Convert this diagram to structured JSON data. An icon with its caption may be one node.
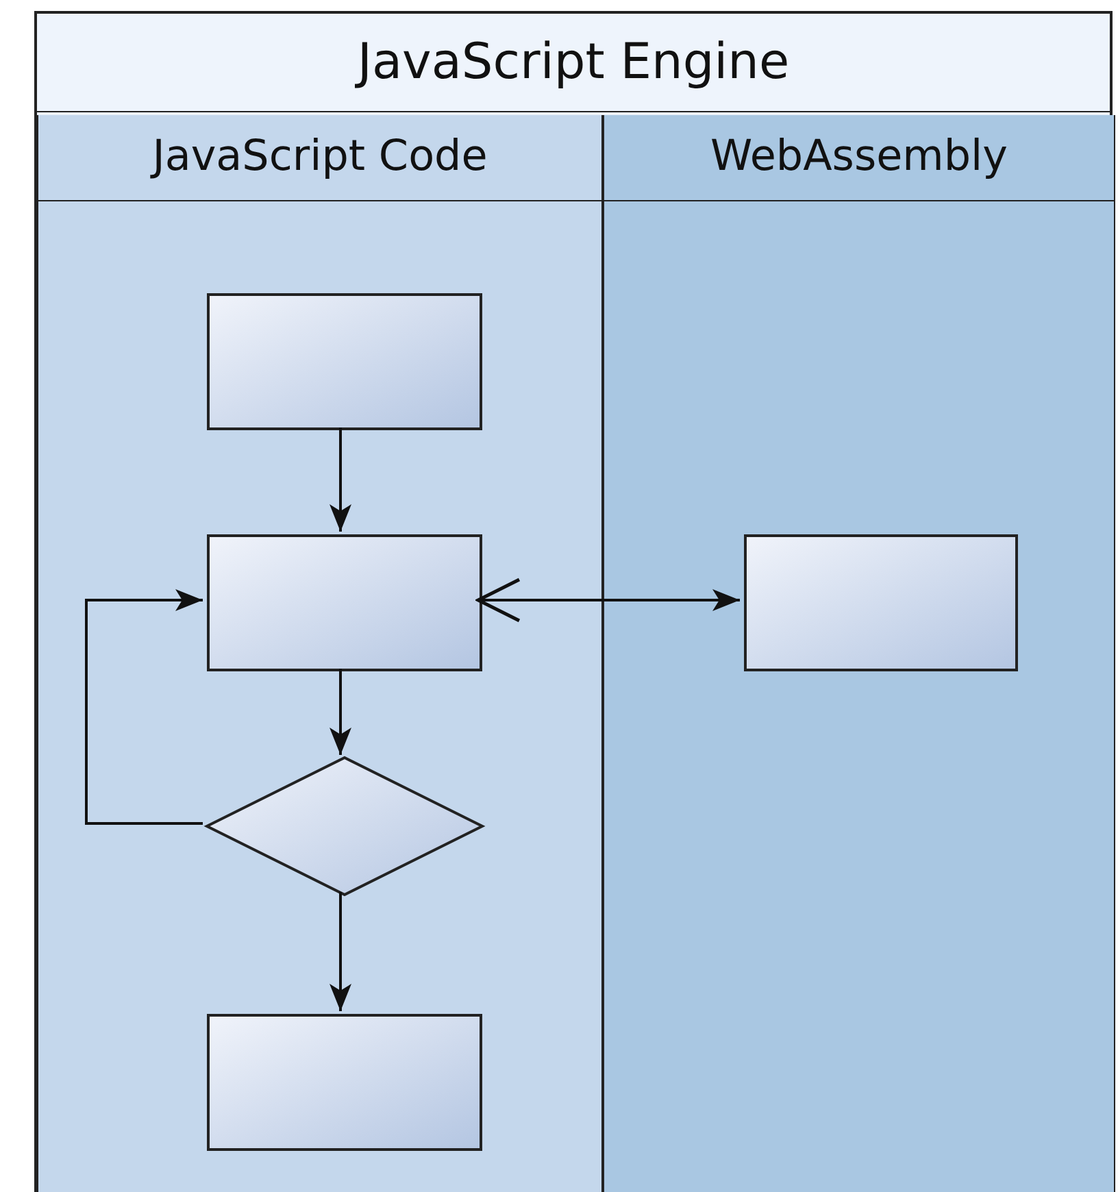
{
  "diagram": {
    "nodes": [
      {
        "text": [
          "JavaScript Engine"
        ]
      },
      {
        "text": [
          "JavaScript Code"
        ],
        "in": 0
      },
      {
        "text": [
          "WebAssembly"
        ],
        "in": 0
      },
      {
        "text": [],
        "shape": "box",
        "in": 1
      },
      {
        "text": [],
        "shape": "box",
        "in": 1
      },
      {
        "text": [],
        "shape": "diamond",
        "in": 1
      },
      {
        "text": [],
        "shape": "box",
        "in": 1
      },
      {
        "text": [],
        "shape": "box",
        "in": 2
      }
    ],
    "edges": [
      {
        "from": 3,
        "to": 4,
        "arrow": "to"
      },
      {
        "from": 4,
        "to": 5,
        "arrow": "to"
      },
      {
        "from": 5,
        "to": 4,
        "arrow": "to"
      },
      {
        "from": 5,
        "to": 6,
        "arrow": "to"
      },
      {
        "from": 4,
        "to": 7,
        "arrow": "both"
      }
    ]
  }
}
